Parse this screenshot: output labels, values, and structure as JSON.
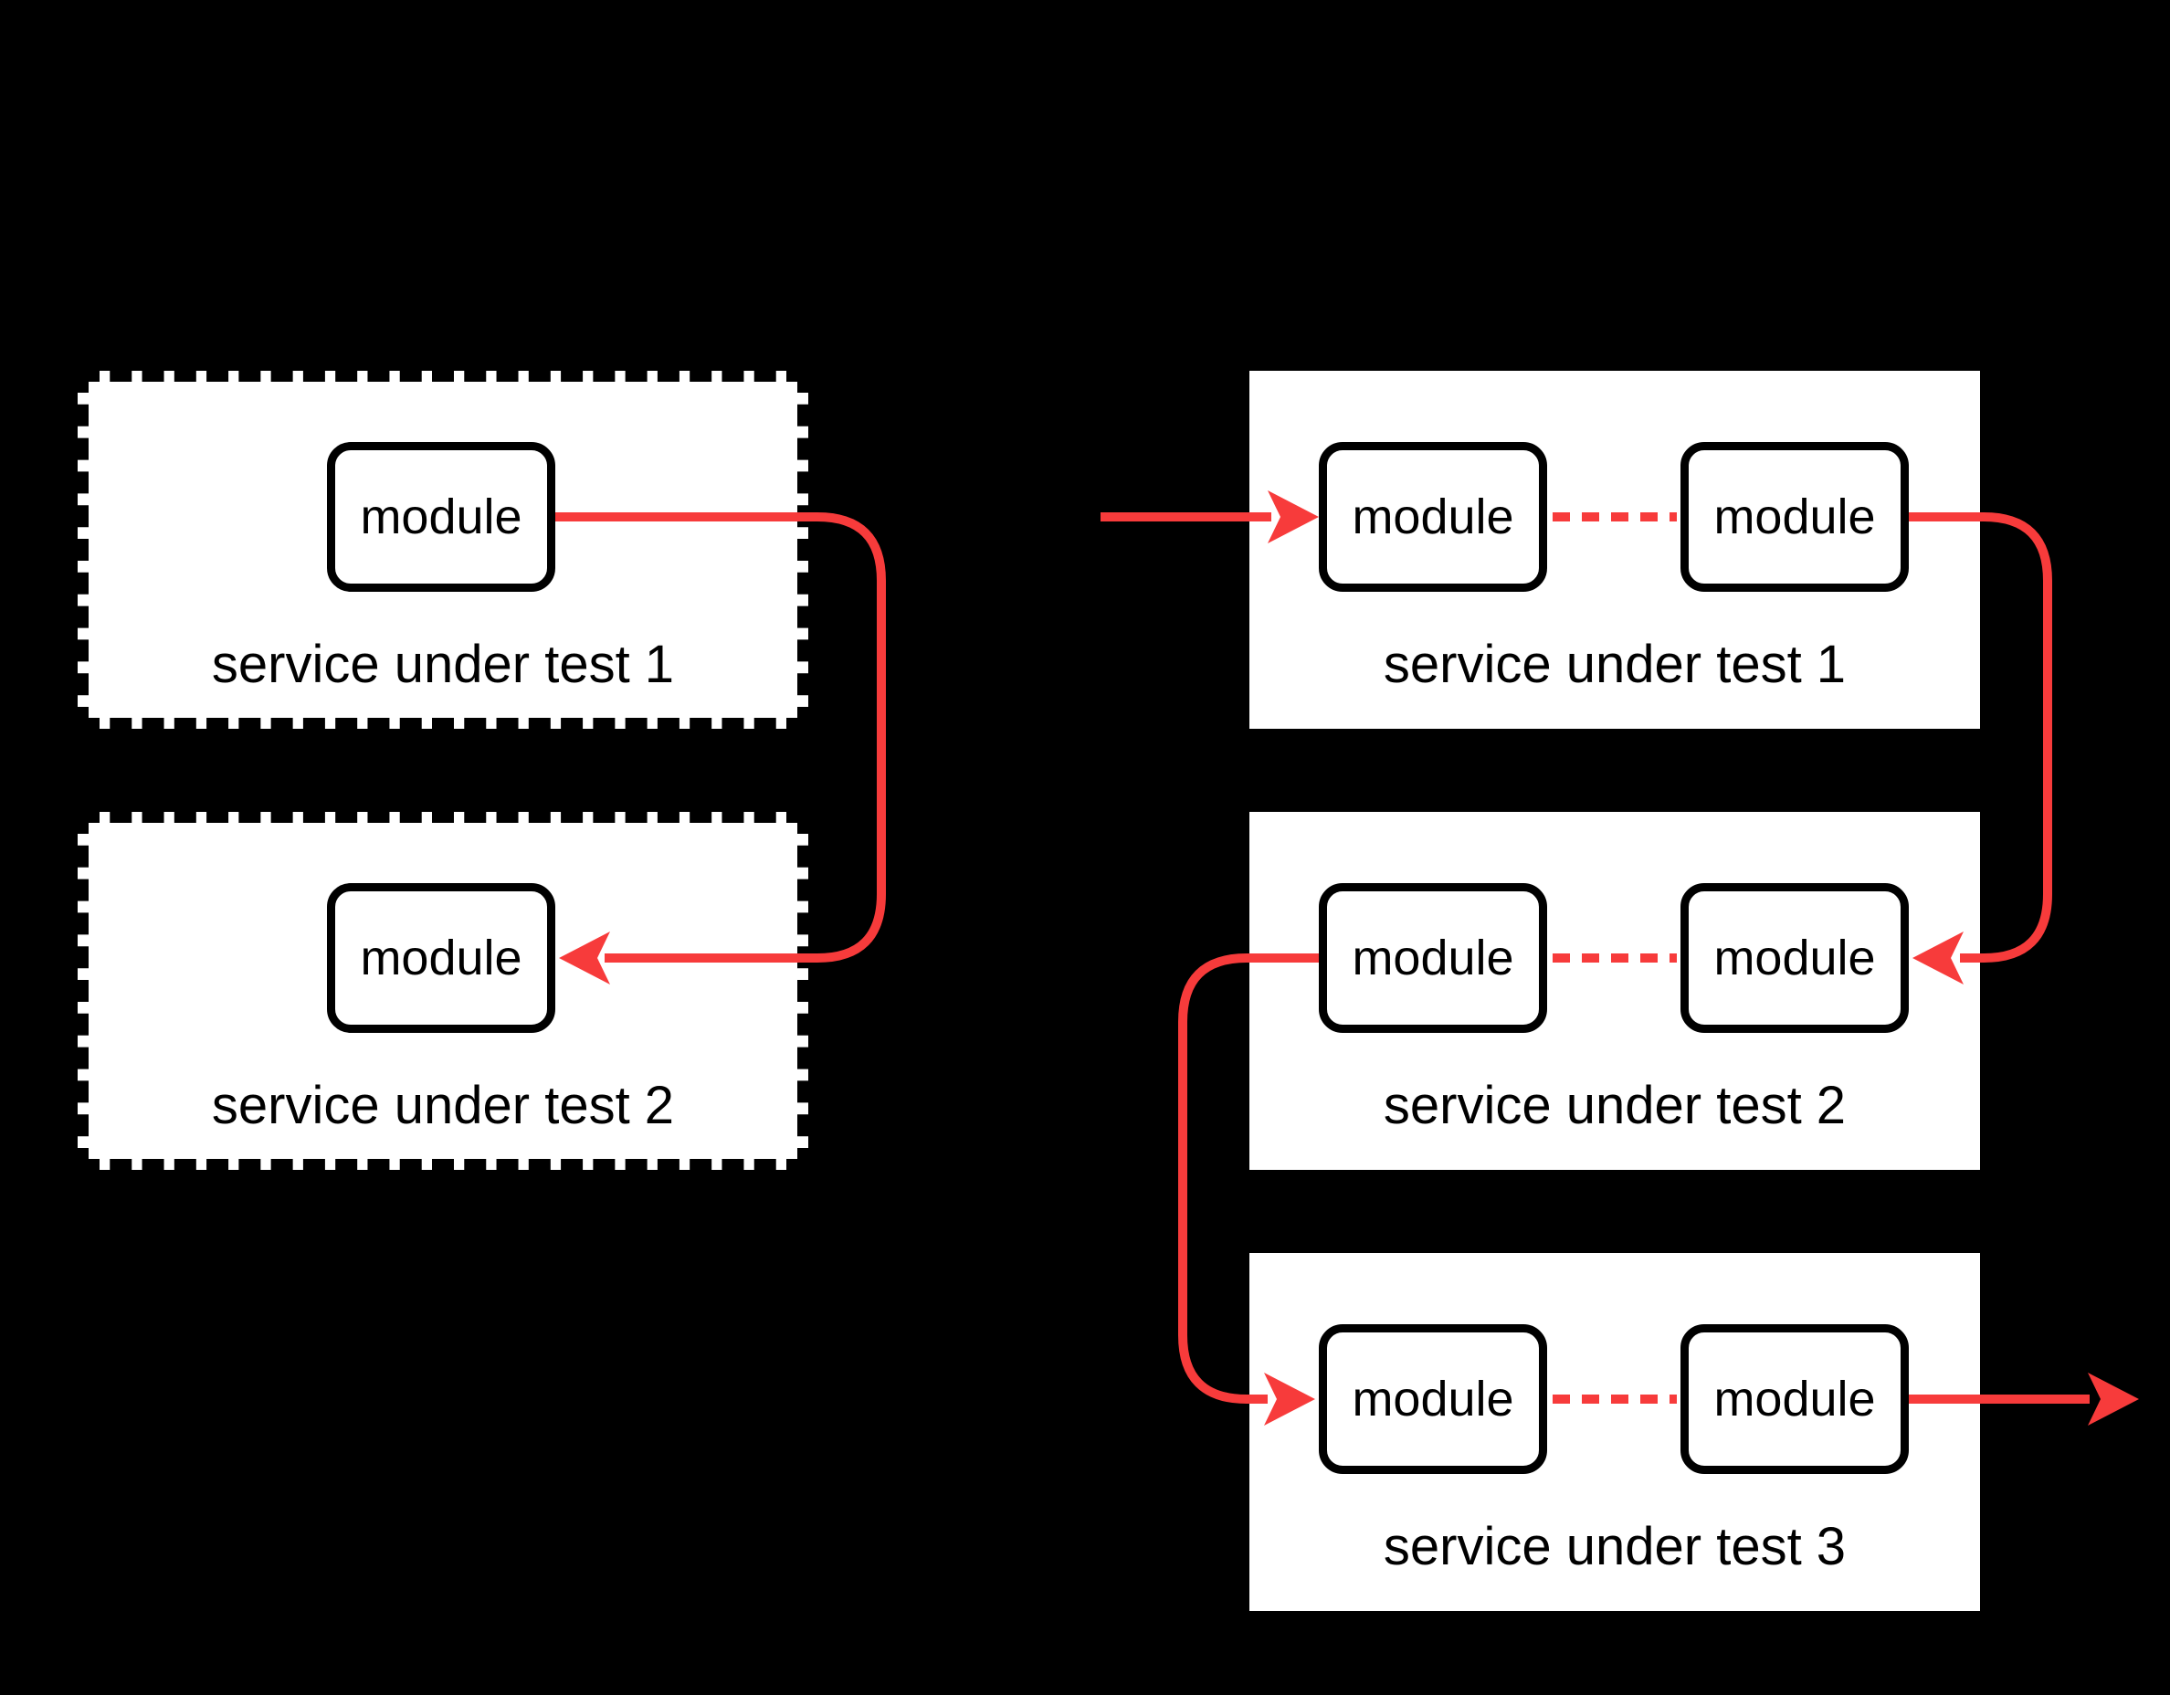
{
  "canvas": {
    "background_color": "#000000",
    "service_box_fill": "#ffffff",
    "outline_color": "#000000",
    "accent_red": "#f73b3b"
  },
  "left_group": {
    "box_style": "dashed",
    "services": [
      {
        "label": "service under test 1",
        "modules": [
          "module"
        ]
      },
      {
        "label": "service under test 2",
        "modules": [
          "module"
        ]
      }
    ]
  },
  "right_group": {
    "box_style": "solid",
    "services": [
      {
        "label": "service under test 1",
        "modules": [
          "module",
          "module"
        ]
      },
      {
        "label": "service under test 2",
        "modules": [
          "module",
          "module"
        ]
      },
      {
        "label": "service under test 3",
        "modules": [
          "module",
          "module"
        ]
      }
    ]
  },
  "connectors": [
    "left-service1-module to left-service2-module",
    "external-in to right-service1-module-a",
    "right-service1-module-a to right-service1-module-b (internal, dashed)",
    "right-service1-module-b to right-service2-module-b",
    "right-service2-module-a to right-service2-module-b (internal, dashed)",
    "right-service2-module-a to right-service3-module-a",
    "right-service3-module-a to right-service3-module-b (internal, dashed)",
    "right-service3-module-b to external-out"
  ]
}
